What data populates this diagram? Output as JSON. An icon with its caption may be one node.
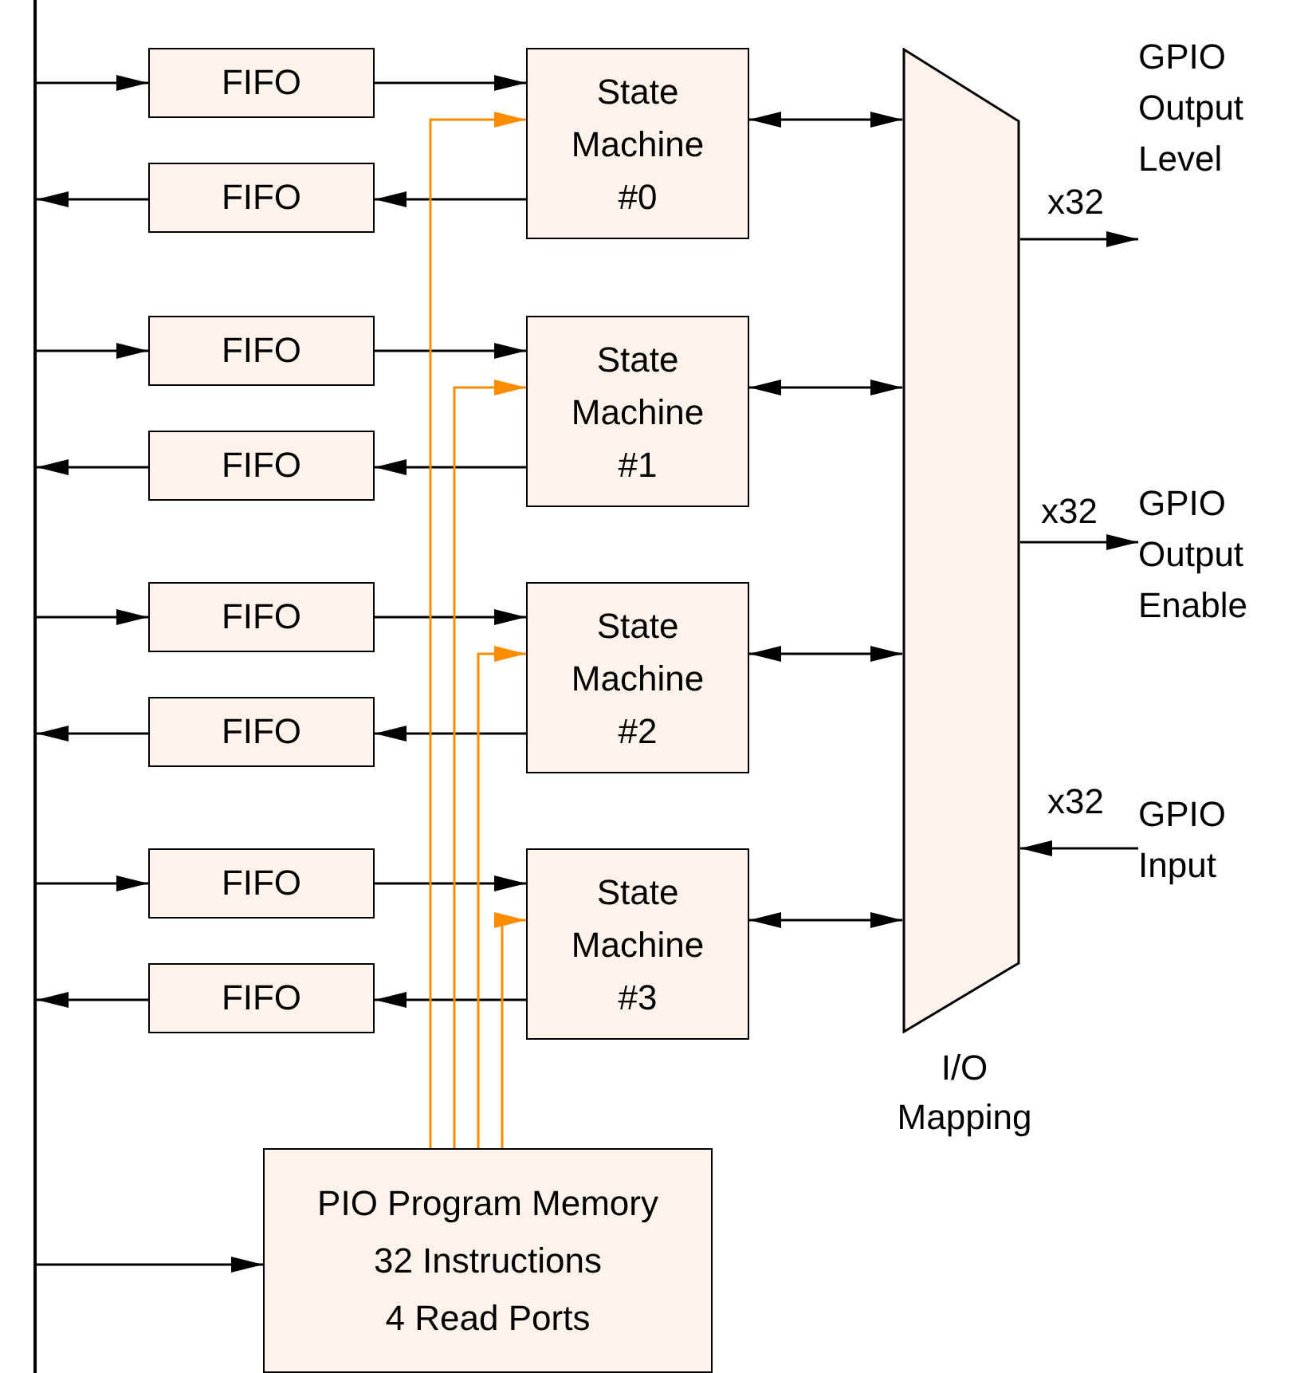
{
  "diagram": {
    "nodes": [
      {
        "text": [],
        "shape": "bar"
      },
      {
        "text": [
          "FIFO"
        ]
      },
      {
        "text": [
          "FIFO"
        ]
      },
      {
        "text": [
          "State Machine #0"
        ]
      },
      {
        "text": [
          "FIFO"
        ]
      },
      {
        "text": [
          "FIFO"
        ]
      },
      {
        "text": [
          "State Machine #1"
        ]
      },
      {
        "text": [
          "FIFO"
        ]
      },
      {
        "text": [
          "FIFO"
        ]
      },
      {
        "text": [
          "State Machine #2"
        ]
      },
      {
        "text": [
          "FIFO"
        ]
      },
      {
        "text": [
          "FIFO"
        ]
      },
      {
        "text": [
          "State Machine #3"
        ]
      },
      {
        "text": [
          "I/O Mapping"
        ]
      },
      {
        "text": [
          "PIO Program Memory",
          "32 Instructions",
          "4 Read Ports"
        ]
      },
      {
        "text": [
          "GPIO Output Level"
        ]
      },
      {
        "text": [
          "GPIO Output Enable"
        ]
      },
      {
        "text": [
          "GPIO Input"
        ]
      }
    ],
    "edges": [
      {
        "from": 0,
        "to": 1,
        "arrow": "to"
      },
      {
        "from": 1,
        "to": 3,
        "arrow": "to"
      },
      {
        "from": 3,
        "to": 2,
        "arrow": "to"
      },
      {
        "from": 2,
        "to": 0,
        "arrow": "to"
      },
      {
        "from": 3,
        "to": 13,
        "arrow": "both"
      },
      {
        "from": 0,
        "to": 4,
        "arrow": "to"
      },
      {
        "from": 4,
        "to": 6,
        "arrow": "to"
      },
      {
        "from": 6,
        "to": 5,
        "arrow": "to"
      },
      {
        "from": 5,
        "to": 0,
        "arrow": "to"
      },
      {
        "from": 6,
        "to": 13,
        "arrow": "both"
      },
      {
        "from": 0,
        "to": 7,
        "arrow": "to"
      },
      {
        "from": 7,
        "to": 9,
        "arrow": "to"
      },
      {
        "from": 9,
        "to": 8,
        "arrow": "to"
      },
      {
        "from": 8,
        "to": 0,
        "arrow": "to"
      },
      {
        "from": 9,
        "to": 13,
        "arrow": "both"
      },
      {
        "from": 0,
        "to": 10,
        "arrow": "to"
      },
      {
        "from": 10,
        "to": 12,
        "arrow": "to"
      },
      {
        "from": 12,
        "to": 11,
        "arrow": "to"
      },
      {
        "from": 11,
        "to": 0,
        "arrow": "to"
      },
      {
        "from": 12,
        "to": 13,
        "arrow": "both"
      },
      {
        "from": 14,
        "to": 3,
        "arrow": "to",
        "color": "#ff8c00"
      },
      {
        "from": 14,
        "to": 6,
        "arrow": "to",
        "color": "#ff8c00"
      },
      {
        "from": 14,
        "to": 9,
        "arrow": "to",
        "color": "#ff8c00"
      },
      {
        "from": 14,
        "to": 12,
        "arrow": "to",
        "color": "#ff8c00"
      },
      {
        "from": 0,
        "to": 14,
        "arrow": "to"
      },
      {
        "from": 13,
        "to": 15,
        "arrow": "to",
        "label": "x32"
      },
      {
        "from": 13,
        "to": 16,
        "arrow": "to",
        "label": "x32"
      },
      {
        "from": 17,
        "to": 13,
        "arrow": "to",
        "label": "x32"
      }
    ]
  }
}
